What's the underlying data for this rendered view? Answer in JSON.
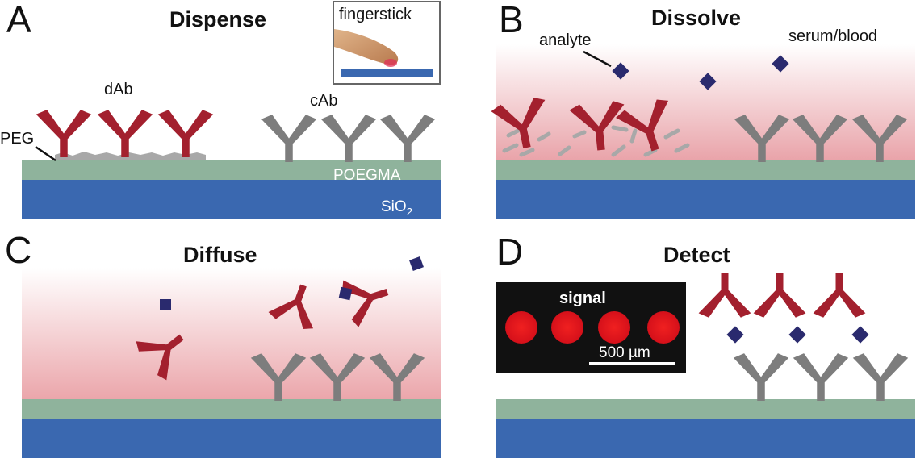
{
  "panels": {
    "A": {
      "letter": "A",
      "title": "Dispense"
    },
    "B": {
      "letter": "B",
      "title": "Dissolve"
    },
    "C": {
      "letter": "C",
      "title": "Diffuse"
    },
    "D": {
      "letter": "D",
      "title": "Detect"
    }
  },
  "labels": {
    "dab": "dAb",
    "cab": "cAb",
    "peg": "PEG",
    "poegma": "POEGMA",
    "sio": "SiO",
    "sio_sub": "2",
    "fingerstick": "fingerstick",
    "analyte": "analyte",
    "serum": "serum/blood"
  },
  "inset": {
    "title": "signal",
    "scale": "500 µm",
    "spot_count": 4
  },
  "colors": {
    "dAb": "#a3202e",
    "cAb": "#7d7d7d",
    "analyte": "#2a2a6e",
    "poegma": "#8fb39c",
    "sio2": "#3a68b0",
    "gradient": "#e9a4aa",
    "spot": "#e0141e",
    "inset_bg": "#111111"
  }
}
